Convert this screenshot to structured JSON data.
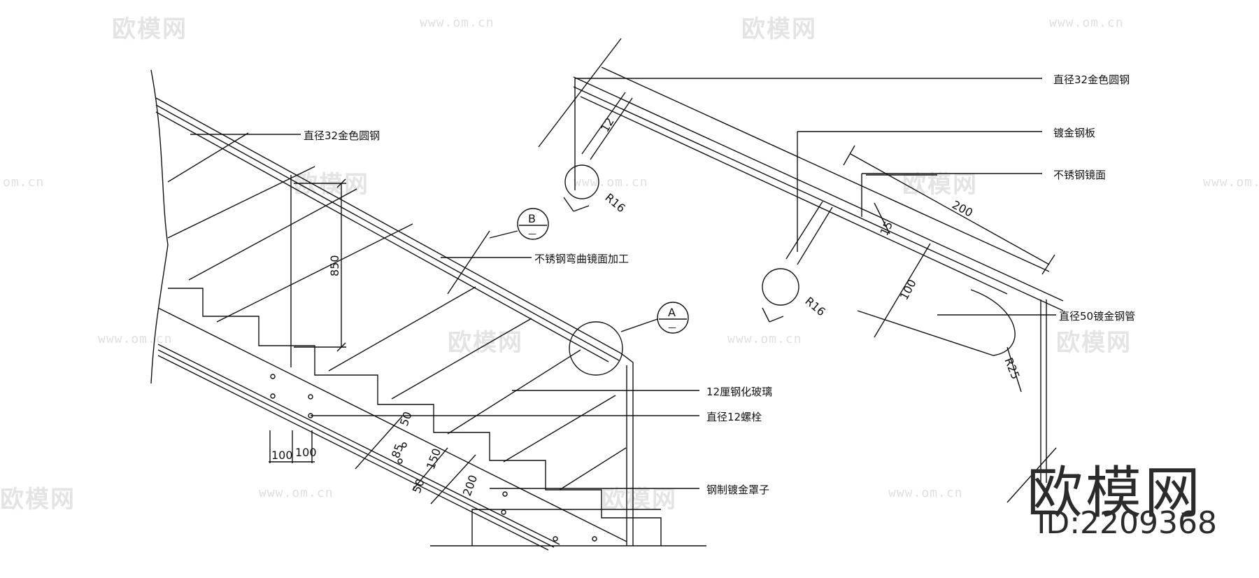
{
  "watermark": {
    "logo_text": "欧模网",
    "url_text": "www.om.cn",
    "url_fragment": "om.cn",
    "color": "#e2e2e2"
  },
  "brand": {
    "name": "欧模网",
    "id_text": "ID:2209368",
    "color": "#2b2b2b"
  },
  "left_view": {
    "labels": {
      "gold_rod": "直径32金色圆钢",
      "bent_steel": "不锈钢弯曲镜面加工",
      "glass": "12厘钢化玻璃",
      "bolt": "直径12螺栓",
      "cover": "钢制镀金罩子"
    },
    "dims": {
      "h850": "850",
      "d100a": "100",
      "d100b": "100",
      "d50a": "50",
      "d85": "85",
      "d150": "150",
      "d50b": "50",
      "d200": "200"
    },
    "callouts": {
      "b_letter": "B",
      "b_sub": "—",
      "a_letter": "A",
      "a_sub": "—"
    }
  },
  "right_view": {
    "labels": {
      "gold_rod": "直径32金色圆钢",
      "plated_plate": "镀金钢板",
      "mirror": "不锈钢镜面",
      "pipe": "直径50镀金钢管"
    },
    "dims": {
      "d12": "12",
      "r16a": "R16",
      "r16b": "R16",
      "d15": "15",
      "d200": "200",
      "d100": "100",
      "r25": "R25"
    }
  }
}
